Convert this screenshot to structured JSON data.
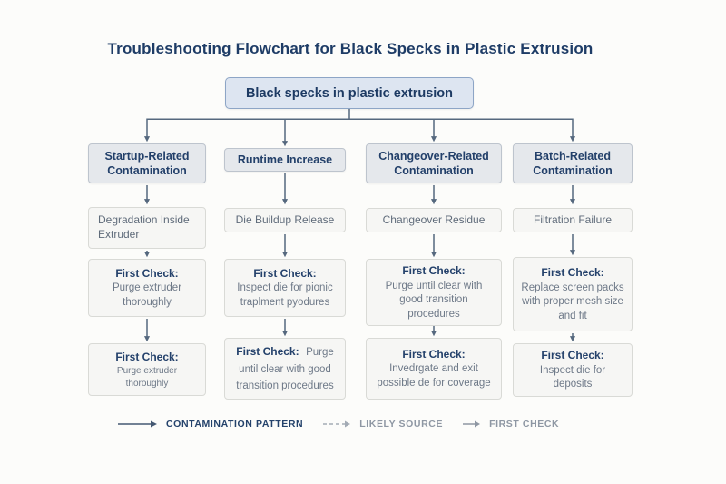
{
  "title": "Troubleshooting Flowchart for Black Specks in Plastic Extrusion",
  "root": {
    "label": "Black specks in plastic extrusion"
  },
  "columns": [
    {
      "header": "Startup-Related Contamination",
      "source": "Degradation Inside Extruder",
      "check1_label": "First Check:",
      "check1_text": "Purge extruder thoroughly",
      "check2_label": "First Check:",
      "check2_text": "Purge extruder thoroughly"
    },
    {
      "header": "Runtime Increase",
      "source": "Die Buildup Release",
      "check1_label": "First Check:",
      "check1_text": "Inspect die for pionic traplment pyodures",
      "check2_label": "First Check:",
      "check2_text": "Purge until clear with good transition procedures"
    },
    {
      "header": "Changeover-Related Contamination",
      "source": "Changeover Residue",
      "check1_label": "First Check:",
      "check1_text": "Purge until clear with good transition procedures",
      "check2_label": "First Check:",
      "check2_text": "Invedrgate and exit possible de for coverage"
    },
    {
      "header": "Batch-Related Contamination",
      "source": "Filtration Failure",
      "check1_label": "First Check:",
      "check1_text": "Replace screen packs with proper mesh size and fit",
      "check2_label": "First Check:",
      "check2_text": "Inspect die for deposits"
    }
  ],
  "legend": [
    {
      "label": "CONTAMINATION PATTERN"
    },
    {
      "label": "LIKELY SOURCE"
    },
    {
      "label": "FIRST CHECK"
    }
  ],
  "colors": {
    "title_text": "#1e3c66",
    "root_bg": "#dde5f1",
    "root_border": "#8da5c6",
    "header_bg": "#e5e8ec",
    "box_bg": "#f6f6f4",
    "arrow": "#55687e",
    "legend_dark": "#24426b",
    "legend_gray": "#8e97a3"
  }
}
